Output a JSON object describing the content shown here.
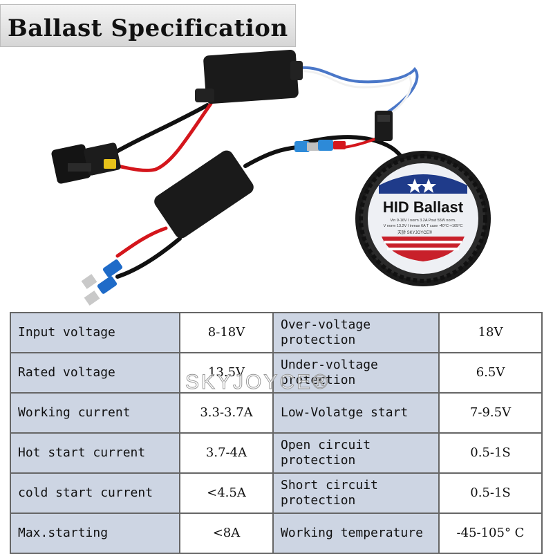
{
  "title": "Ballast Specification",
  "ballast_label": {
    "name": "HID Ballast",
    "line1": "Vin  9-16V   I norm 3.2A   Pout 55W norm.",
    "line2": "V norm 13.2V   I inmax 6A   T case -40°C-+105°C",
    "brand": "天骄 SKYJOYCE®"
  },
  "watermark": "SKYJOYCE®",
  "specs": [
    {
      "label1": "Input voltage",
      "value1": "8-18V",
      "label2": "Over-voltage protection",
      "value2": "18V"
    },
    {
      "label1": "Rated voltage",
      "value1": "13.5V",
      "label2": "Under-voltage protection",
      "value2": "6.5V"
    },
    {
      "label1": "Working current",
      "value1": "3.3-3.7A",
      "label2": "Low-Volatge start",
      "value2": "7-9.5V"
    },
    {
      "label1": "Hot start current",
      "value1": "3.7-4A",
      "label2": "Open circuit protection",
      "value2": "0.5-1S"
    },
    {
      "label1": "cold start current",
      "value1": "<4.5A",
      "label2": "Short circuit protection",
      "value2": "0.5-1S"
    },
    {
      "label1": "Max.starting",
      "value1": "<8A",
      "label2": "Working temperature",
      "value2": "-45-105° C"
    }
  ],
  "colors": {
    "label_cell": "#cdd5e3",
    "value_cell": "#ffffff",
    "border": "#666666",
    "ballast_red": "#c8202a",
    "ballast_blue": "#1f3b8a"
  }
}
